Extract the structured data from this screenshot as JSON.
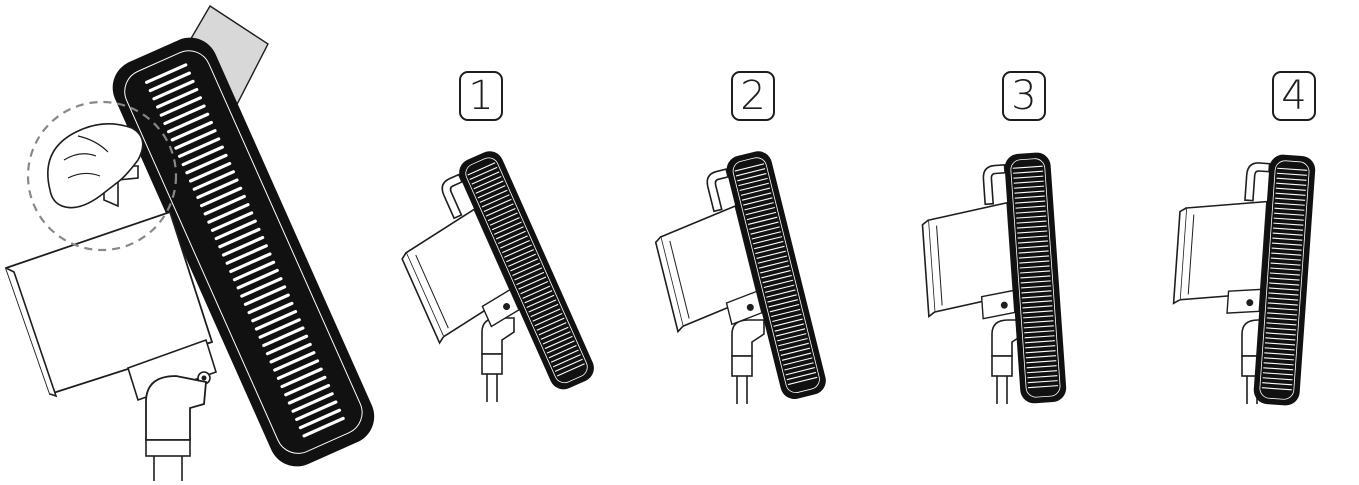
{
  "figure": {
    "main_view": {
      "illustration": "fan-head-with-hand-on-handle",
      "callout": "dashed-circle-highlight-handle"
    },
    "steps": [
      {
        "label": "1",
        "tilt_deg": -24
      },
      {
        "label": "2",
        "tilt_deg": -14
      },
      {
        "label": "3",
        "tilt_deg": -4
      },
      {
        "label": "4",
        "tilt_deg": 4
      }
    ]
  },
  "colors": {
    "ink": "#1e1e1e",
    "grille": "#111111",
    "paper": "#ffffff",
    "callout": "#888888"
  }
}
